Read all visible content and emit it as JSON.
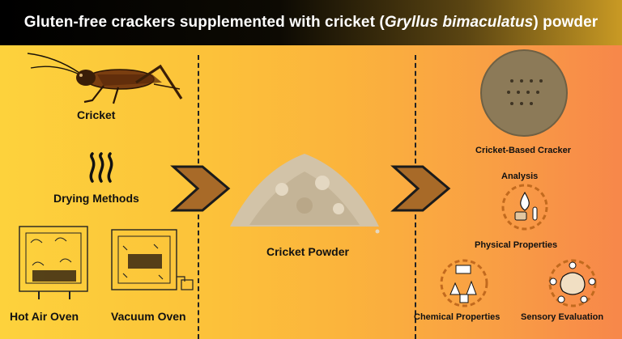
{
  "header": {
    "title_before": "Gluten-free crackers supplemented with cricket (",
    "title_species": "Gryllus bimaculatus",
    "title_after": ") powder"
  },
  "stage1": {
    "cricket_label": "Cricket",
    "drying_label": "Drying Methods",
    "hot_air_oven_label": "Hot Air Oven",
    "vacuum_oven_label": "Vacuum Oven"
  },
  "stage2": {
    "powder_label": "Cricket Powder"
  },
  "stage3": {
    "cracker_label": "Cricket-Based Cracker",
    "analysis_label": "Analysis",
    "physical_label": "Physical Properties",
    "chemical_label": "Chemical Properties",
    "sensory_label": "Sensory Evaluation"
  },
  "colors": {
    "arrow_fill": "#a86a28",
    "arrow_outline": "#1b1b1b",
    "icon_ring": "#c26a1e",
    "cracker": "#8c7a58"
  }
}
